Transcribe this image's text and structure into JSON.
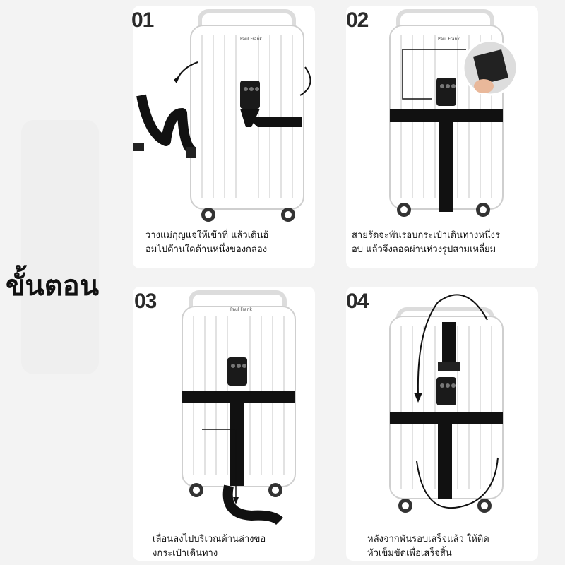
{
  "title": "ขั้นตอน",
  "brand": "Paul Frank",
  "steps": [
    {
      "number": "01",
      "caption_lines": [
        "วางแม่กุญแจให้เข้าที่ แล้วเดินอ้",
        "อมไปด้านใดด้านหนึ่งของกล่อง"
      ]
    },
    {
      "number": "02",
      "caption_lines": [
        "สายรัดจะพันรอบกระเป๋าเดินทางหนึ่งร",
        "อบ แล้วจึงลอดผ่านห่วงรูปสามเหลี่ยม"
      ]
    },
    {
      "number": "03",
      "caption_lines": [
        "เลื่อนลงไปบริเวณด้านล่างขอ",
        "งกระเป๋าเดินทาง"
      ]
    },
    {
      "number": "04",
      "caption_lines": [
        "หลังจากพันรอบเสร็จแล้ว ให้ติด",
        "หัวเข็มขัดเพื่อเสร็จสิ้น"
      ]
    }
  ],
  "colors": {
    "background": "#f3f3f3",
    "panel": "#ffffff",
    "strap": "#111111",
    "suitcase": "#ffffff"
  },
  "icons": [
    "arrow-curve-icon",
    "suitcase-icon",
    "luggage-strap-icon",
    "combination-lock-icon"
  ]
}
